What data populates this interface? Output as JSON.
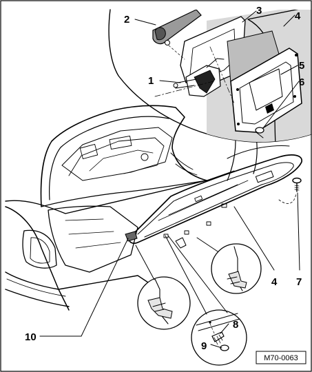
{
  "figure": {
    "reference_code": "M70-0063",
    "callouts": [
      "1",
      "2",
      "3",
      "4",
      "4",
      "5",
      "6",
      "7",
      "8",
      "9",
      "10"
    ]
  }
}
